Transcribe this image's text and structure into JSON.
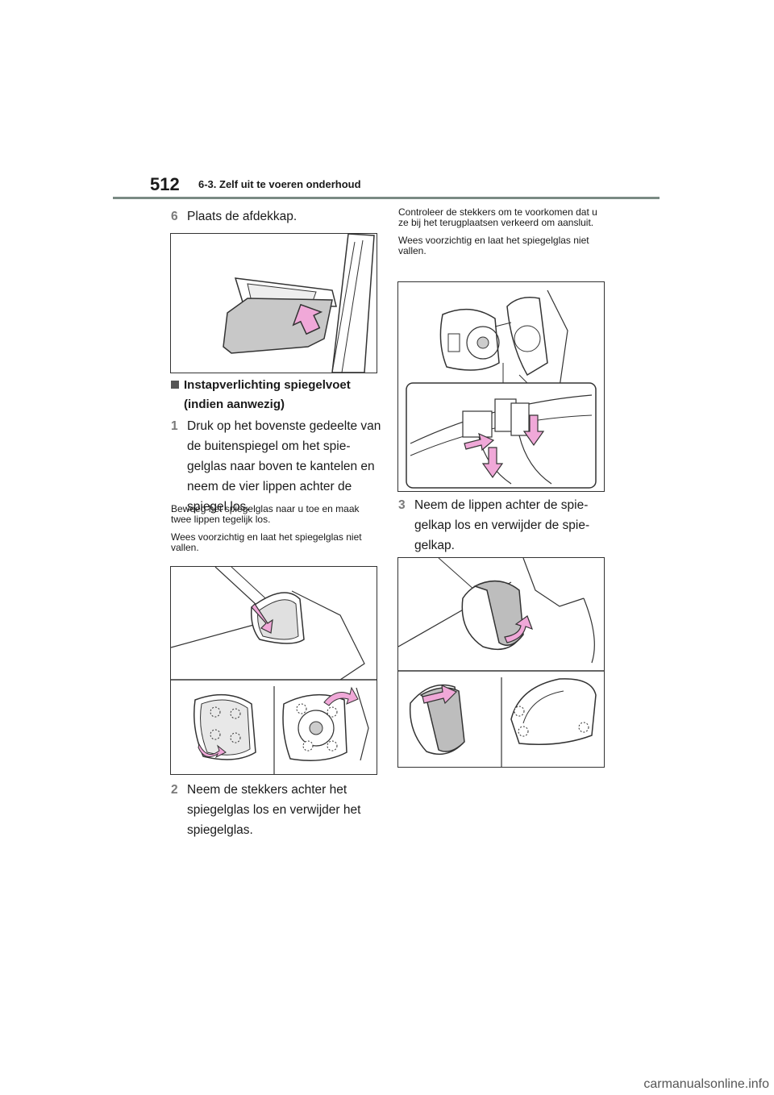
{
  "header": {
    "page_number": "512",
    "section": "6-3. Zelf uit te voeren onderhoud"
  },
  "left": {
    "step6": {
      "num": "6",
      "text": "Plaats de afdekkap."
    },
    "heading": "Instapverlichting spiegelvoet (indien aanwezig)",
    "step1": {
      "num": "1",
      "text": "Druk op het bovenste gedeelte van de buitenspiegel om het spie-gelglas naar boven te kantelen en neem de vier lippen achter de spiegel los."
    },
    "note1": "Beweeg het spiegelglas naar u toe en maak twee lippen tegelijk los.",
    "note2": "Wees voorzichtig en laat het spiegelglas niet vallen.",
    "step2": {
      "num": "2",
      "text": "Neem de stekkers achter het spiegelglas los en verwijder het spiegelglas."
    }
  },
  "right": {
    "note1": "Controleer de stekkers om te voorkomen dat u ze bij het terugplaatsen verkeerd om aansluit.",
    "note2": "Wees voorzichtig en laat het spiegelglas niet vallen.",
    "step3": {
      "num": "3",
      "text": "Neem de lippen achter de spie-gelkap los en verwijder de spie-gelkap."
    }
  },
  "watermark": "carmanualsonline.info",
  "colors": {
    "arrow": "#f0a8d8",
    "arrow_stroke": "#333333",
    "cover_gray": "#c8c8c8",
    "rule": "#7a8a84"
  }
}
